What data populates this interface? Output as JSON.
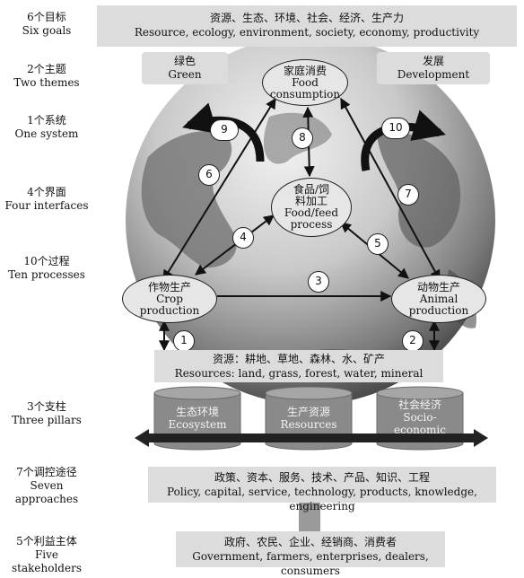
{
  "left_labels": [
    {
      "zh": "6个目标",
      "en": "Six goals"
    },
    {
      "zh": "2个主题",
      "en": "Two themes"
    },
    {
      "zh": "1个系统",
      "en": "One system"
    },
    {
      "zh": "4个界面",
      "en": "Four interfaces"
    },
    {
      "zh": "10个过程",
      "en": "Ten processes"
    },
    {
      "zh": "3个支柱",
      "en": "Three pillars"
    },
    {
      "zh": "7个调控途径",
      "en": "Seven approaches"
    },
    {
      "zh": "5个利益主体",
      "en": "Five stakeholders"
    }
  ],
  "goals": {
    "zh": "资源、生态、环境、社会、经济、生产力",
    "en": "Resource, ecology, environment, society, economy, productivity"
  },
  "themes": {
    "green": {
      "zh": "绿色",
      "en": "Green"
    },
    "development": {
      "zh": "发展",
      "en": "Development"
    }
  },
  "nodes": {
    "food_consumption": {
      "zh": "家庭消费",
      "en1": "Food",
      "en2": "consumption"
    },
    "food_feed": {
      "zh1": "食品/饲",
      "zh2": "料加工",
      "en1": "Food/feed",
      "en2": "process"
    },
    "crop": {
      "zh": "作物生产",
      "en1": "Crop",
      "en2": "production"
    },
    "animal": {
      "zh": "动物生产",
      "en1": "Animal",
      "en2": "production"
    }
  },
  "process_numbers": [
    "1",
    "2",
    "3",
    "4",
    "5",
    "6",
    "7",
    "8",
    "9",
    "10"
  ],
  "resources": {
    "zh": "资源：耕地、草地、森林、水、矿产",
    "en": "Resources: land, grass, forest, water, mineral"
  },
  "pillars": [
    {
      "zh": "生态环境",
      "en1": "Ecosystem",
      "en2": ""
    },
    {
      "zh": "生产资源",
      "en1": "Resources",
      "en2": ""
    },
    {
      "zh": "社会经济",
      "en1": "Socio-",
      "en2": "economic"
    }
  ],
  "approaches": {
    "zh": "政策、资本、服务、技术、产品、知识、工程",
    "en": "Policy, capital, service, technology, products, knowledge, engineering"
  },
  "stakeholders": {
    "zh": "政府、农民、企业、经销商、消费者",
    "en": "Government, farmers, enterprises, dealers, consumers"
  },
  "colors": {
    "band": "#dcdcdc",
    "pillar": "#8a8a8a",
    "arrow": "#222222",
    "globe_dark": "#3a3a3a",
    "globe_light": "#d8d8d8"
  }
}
